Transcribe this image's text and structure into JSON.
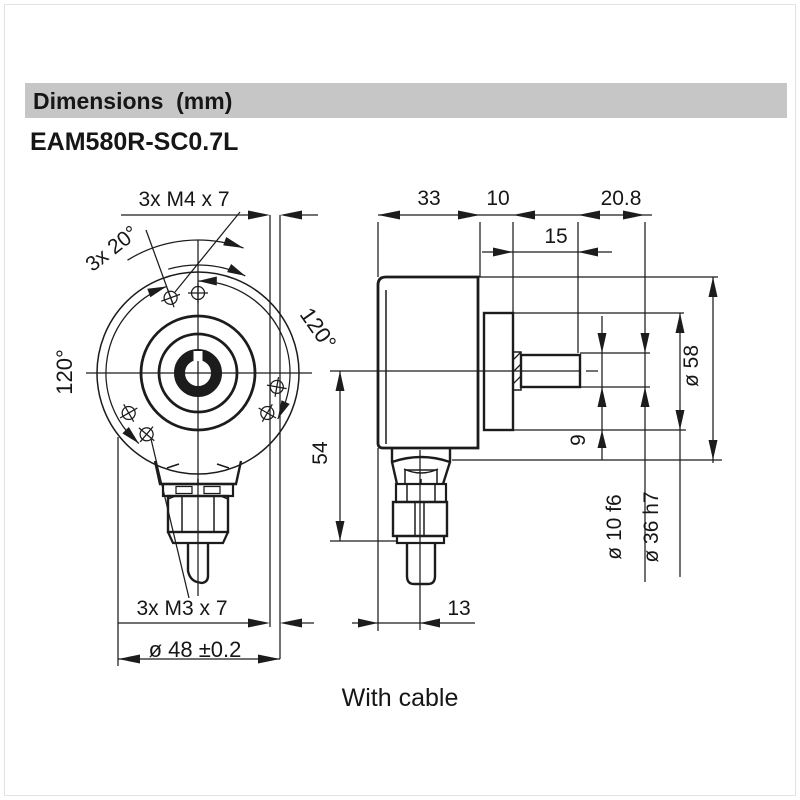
{
  "header": {
    "title": "Dimensions  (mm)"
  },
  "product": {
    "model": "EAM580R-SC0.7L"
  },
  "caption": "With cable",
  "colors": {
    "header_bg": "#c6c6c6",
    "line": "#1c1c1c",
    "background": "#ffffff"
  },
  "front_view": {
    "labels": {
      "screws_m4": "3x M4 x 7",
      "screws_m3": "3x M3 x 7",
      "angle_20": "3x 20°",
      "angle_120_left": "120°",
      "angle_120_right": "120°",
      "diameter_48": "ø 48 ±0.2"
    }
  },
  "side_view": {
    "labels": {
      "body_length": "33",
      "flange_length": "10",
      "shaft_total": "20.8",
      "shaft_length": "15",
      "gland_height": "54",
      "step_depth": "9",
      "cable_offset": "13",
      "diameter_58": "ø 58",
      "diameter_10": "ø 10 f6",
      "diameter_36": "ø 36 h7"
    }
  }
}
